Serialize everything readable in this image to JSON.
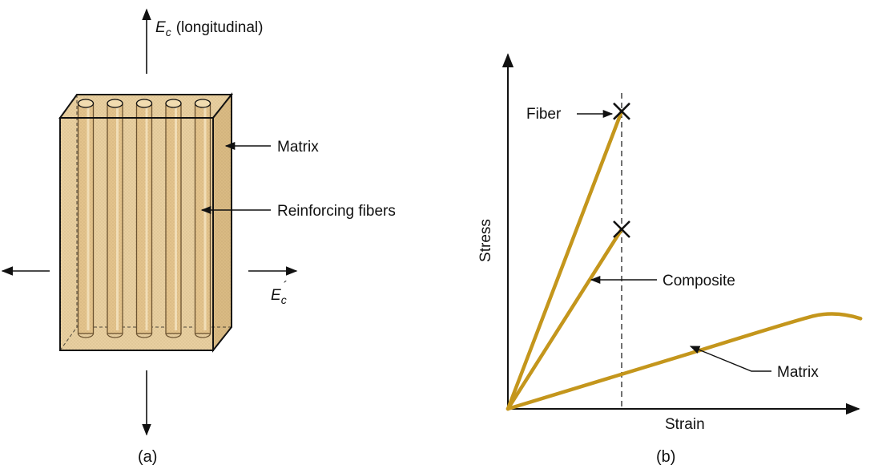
{
  "colors": {
    "matrix_fill": "#e8cfa0",
    "matrix_side": "#d9ba83",
    "fiber_fill": "#e3c38c",
    "fiber_edge": "#6b5230",
    "curve": "#c4961c",
    "ink": "#111111"
  },
  "panel_a": {
    "ec_label_main": "E",
    "ec_label_sub": "c",
    "ec_label_rest": "(longitudinal)",
    "ec_prime_main": "E",
    "ec_prime_sub": "c",
    "ec_prime_mark": "´",
    "matrix_label": "Matrix",
    "fibers_label": "Reinforcing fibers",
    "caption": "(a)",
    "fiber_count": 5
  },
  "panel_b": {
    "caption": "(b)",
    "chart_data": {
      "type": "line",
      "xlabel": "Strain",
      "ylabel": "Stress",
      "series": [
        {
          "name": "Fiber",
          "points": [
            [
              0,
              0
            ],
            [
              1,
              2.9
            ]
          ],
          "failure_marker": true
        },
        {
          "name": "Composite",
          "points": [
            [
              0,
              0
            ],
            [
              1,
              1.75
            ]
          ],
          "failure_marker": true
        },
        {
          "name": "Matrix",
          "points": [
            [
              0,
              0
            ],
            [
              1.6,
              0.54
            ],
            [
              2.45,
              0.82
            ],
            [
              3.1,
              0.88
            ]
          ],
          "failure_marker": false
        }
      ],
      "failure_strain_line": 1,
      "xlim": [
        0,
        3.1
      ],
      "ylim": [
        0,
        3.0
      ],
      "grid": false
    }
  }
}
